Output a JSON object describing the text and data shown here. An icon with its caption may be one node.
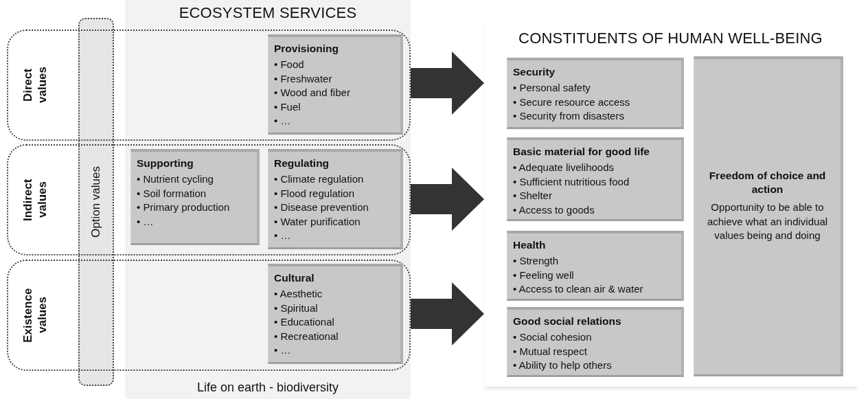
{
  "diagram": {
    "nodes": [
      {
        "text": [
          "ECOSYSTEM SERVICES",
          "Life on earth - biodiversity"
        ]
      },
      {
        "text": [
          "Direct values"
        ]
      },
      {
        "text": [
          "Indirect values"
        ]
      },
      {
        "text": [
          "Existence values"
        ]
      },
      {
        "text": [
          "Option values"
        ]
      },
      {
        "text": [
          "Provisioning",
          "• Food",
          "• Freshwater",
          "• Wood and fiber",
          "• Fuel",
          "• …"
        ]
      },
      {
        "text": [
          "Supporting",
          "• Nutrient cycling",
          "• Soil formation",
          "• Primary production",
          "• …"
        ]
      },
      {
        "text": [
          "Regulating",
          "• Climate regulation",
          "• Flood regulation",
          "• Disease prevention",
          "• Water purification",
          "• …"
        ]
      },
      {
        "text": [
          "Cultural",
          "• Aesthetic",
          "• Spiritual",
          "• Educational",
          "• Recreational",
          "• …"
        ]
      },
      {
        "text": [
          "CONSTITUENTS OF HUMAN WELL-BEING"
        ]
      },
      {
        "text": [
          "Security",
          "• Personal safety",
          "• Secure resource access",
          "• Security from disasters"
        ],
        "in": 9
      },
      {
        "text": [
          "Basic material for good life",
          "• Adequate livelihoods",
          "• Sufficient nutritious food",
          "• Shelter",
          "• Access to goods"
        ],
        "in": 9
      },
      {
        "text": [
          "Health",
          "• Strength",
          "• Feeling well",
          "• Access to clean air & water"
        ],
        "in": 9
      },
      {
        "text": [
          "Good social relations",
          "• Social cohesion",
          "• Mutual respect",
          "• Ability to help others"
        ],
        "in": 9
      },
      {
        "text": [
          "Freedom of choice and action",
          "Opportunity to be able to achieve what an individual values being and doing"
        ],
        "in": 9
      }
    ],
    "edges": [
      {
        "from": 1,
        "to": 9,
        "arrow": "to"
      },
      {
        "from": 2,
        "to": 9,
        "arrow": "to"
      },
      {
        "from": 3,
        "to": 9,
        "arrow": "to"
      }
    ]
  }
}
